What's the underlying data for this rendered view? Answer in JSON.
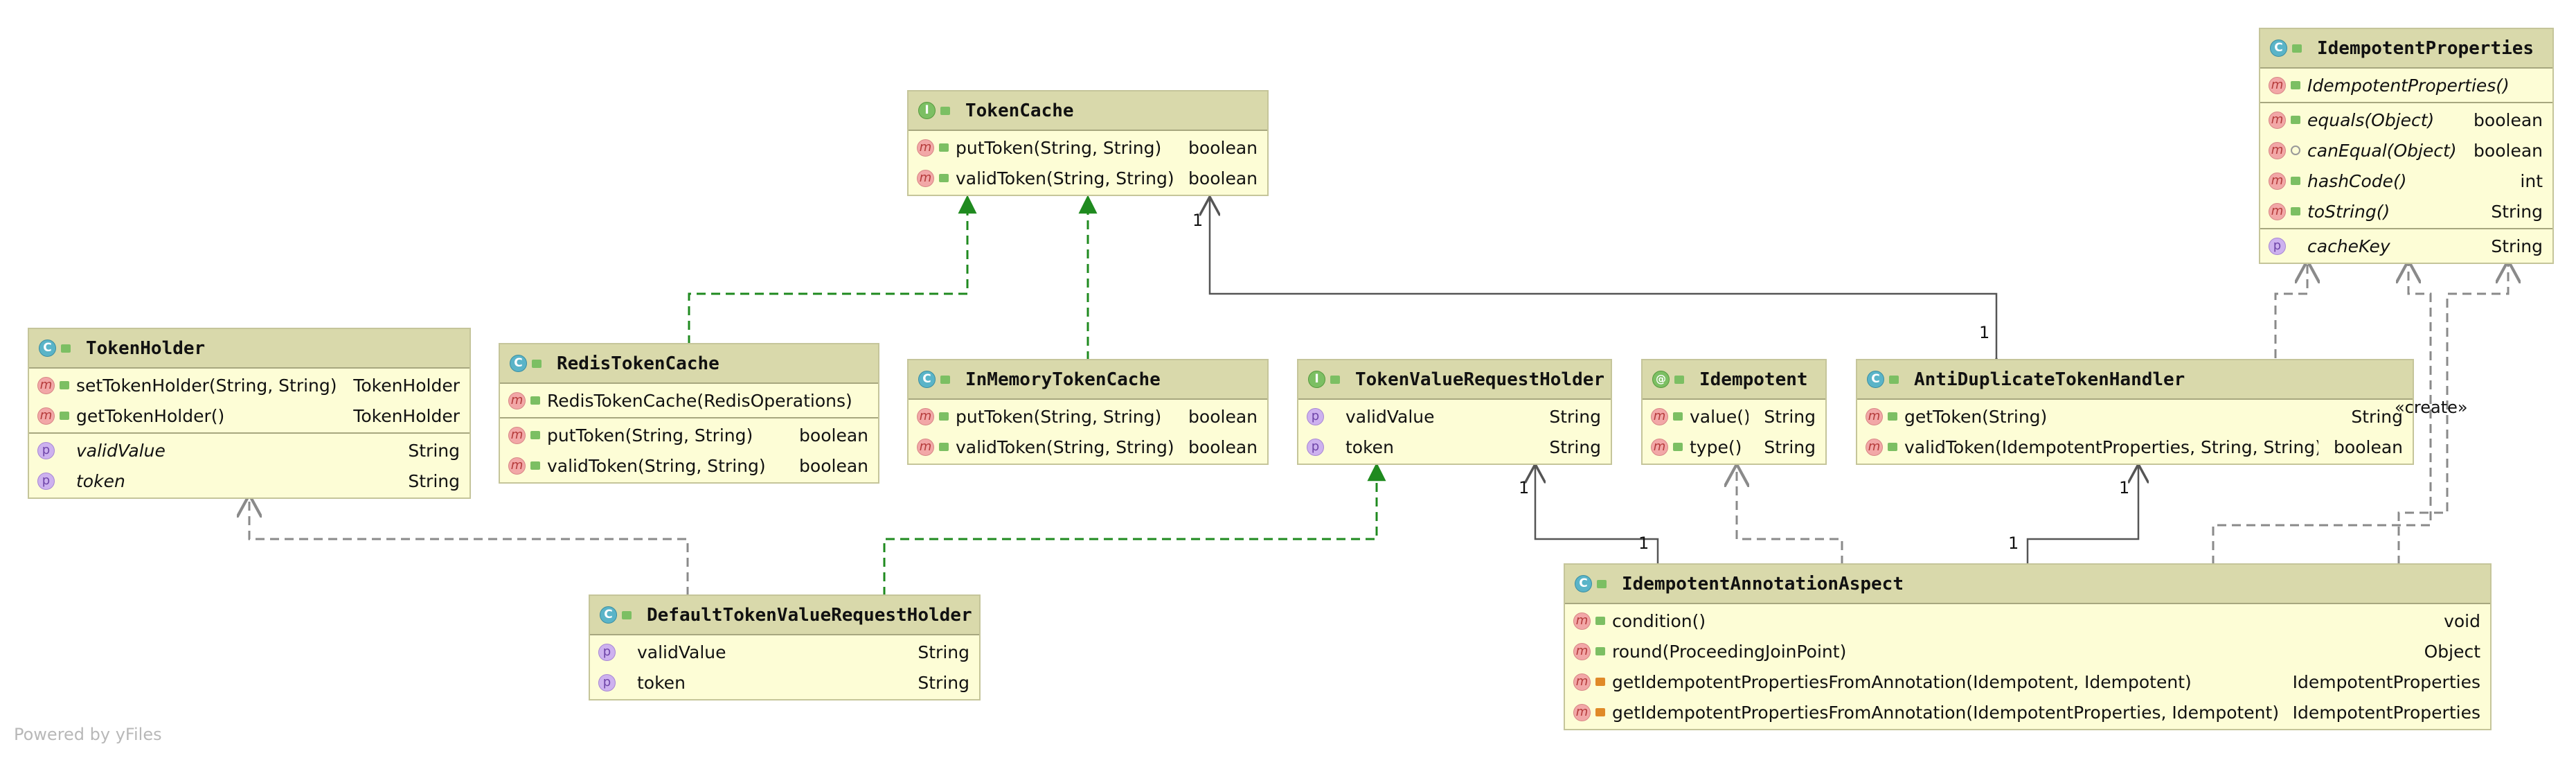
{
  "footer": "Powered by yFiles",
  "classes": {
    "token_cache": {
      "kind": "I",
      "name": "TokenCache",
      "sections": [
        [
          {
            "badge": "m",
            "vis": "pub",
            "name": "putToken(String, String)",
            "type": "boolean"
          },
          {
            "badge": "m",
            "vis": "pub",
            "name": "validToken(String, String)",
            "type": "boolean"
          }
        ]
      ]
    },
    "token_holder": {
      "kind": "C",
      "name": "TokenHolder",
      "sections": [
        [
          {
            "badge": "m",
            "vis": "pub",
            "name": "setTokenHolder(String, String)",
            "type": "TokenHolder"
          },
          {
            "badge": "m",
            "vis": "pub",
            "name": "getTokenHolder()",
            "type": "TokenHolder"
          }
        ],
        [
          {
            "badge": "p",
            "vis": "none",
            "name": "validValue",
            "type": "String",
            "italic": true
          },
          {
            "badge": "p",
            "vis": "none",
            "name": "token",
            "type": "String",
            "italic": true
          }
        ]
      ]
    },
    "redis_token_cache": {
      "kind": "C",
      "name": "RedisTokenCache",
      "sections": [
        [
          {
            "badge": "m",
            "vis": "pub",
            "name": "RedisTokenCache(RedisOperations)",
            "type": ""
          }
        ],
        [
          {
            "badge": "m",
            "vis": "pub",
            "name": "putToken(String, String)",
            "type": "boolean"
          },
          {
            "badge": "m",
            "vis": "pub",
            "name": "validToken(String, String)",
            "type": "boolean"
          }
        ]
      ]
    },
    "in_memory_token_cache": {
      "kind": "C",
      "name": "InMemoryTokenCache",
      "sections": [
        [
          {
            "badge": "m",
            "vis": "pub",
            "name": "putToken(String, String)",
            "type": "boolean"
          },
          {
            "badge": "m",
            "vis": "pub",
            "name": "validToken(String, String)",
            "type": "boolean"
          }
        ]
      ]
    },
    "token_value_request_holder": {
      "kind": "I",
      "name": "TokenValueRequestHolder",
      "sections": [
        [
          {
            "badge": "p",
            "vis": "none",
            "name": "validValue",
            "type": "String"
          },
          {
            "badge": "p",
            "vis": "none",
            "name": "token",
            "type": "String"
          }
        ]
      ]
    },
    "idempotent": {
      "kind": "@",
      "name": "Idempotent",
      "sections": [
        [
          {
            "badge": "m",
            "vis": "pub",
            "name": "value()",
            "type": "String"
          },
          {
            "badge": "m",
            "vis": "pub",
            "name": "type()",
            "type": "String"
          }
        ]
      ]
    },
    "anti_duplicate_token_handler": {
      "kind": "C",
      "name": "AntiDuplicateTokenHandler",
      "sections": [
        [
          {
            "badge": "m",
            "vis": "pub",
            "name": "getToken(String)",
            "type": "String"
          },
          {
            "badge": "m",
            "vis": "pub",
            "name": "validToken(IdempotentProperties, String, String)",
            "type": "boolean"
          }
        ]
      ]
    },
    "idempotent_properties": {
      "kind": "C",
      "name": "IdempotentProperties",
      "sections": [
        [
          {
            "badge": "m",
            "vis": "pub",
            "name": "IdempotentProperties()",
            "type": "",
            "italic": true
          }
        ],
        [
          {
            "badge": "m",
            "vis": "pub",
            "name": "equals(Object)",
            "type": "boolean",
            "italic": true
          },
          {
            "badge": "m",
            "vis": "pkg",
            "name": "canEqual(Object)",
            "type": "boolean",
            "italic": true
          },
          {
            "badge": "m",
            "vis": "pub",
            "name": "hashCode()",
            "type": "int",
            "italic": true
          },
          {
            "badge": "m",
            "vis": "pub",
            "name": "toString()",
            "type": "String",
            "italic": true
          }
        ],
        [
          {
            "badge": "p",
            "vis": "none",
            "name": "cacheKey",
            "type": "String",
            "italic": true
          }
        ]
      ]
    },
    "default_token_value_request_holder": {
      "kind": "C",
      "name": "DefaultTokenValueRequestHolder",
      "sections": [
        [
          {
            "badge": "p",
            "vis": "none",
            "name": "validValue",
            "type": "String"
          },
          {
            "badge": "p",
            "vis": "none",
            "name": "token",
            "type": "String"
          }
        ]
      ]
    },
    "idempotent_annotation_aspect": {
      "kind": "C",
      "name": "IdempotentAnnotationAspect",
      "sections": [
        [
          {
            "badge": "m",
            "vis": "pub",
            "name": "condition()",
            "type": "void"
          },
          {
            "badge": "m",
            "vis": "pub",
            "name": "round(ProceedingJoinPoint)",
            "type": "Object"
          },
          {
            "badge": "m",
            "vis": "priv",
            "name": "getIdempotentPropertiesFromAnnotation(Idempotent, Idempotent)",
            "type": "IdempotentProperties"
          },
          {
            "badge": "m",
            "vis": "priv",
            "name": "getIdempotentPropertiesFromAnnotation(IdempotentProperties, Idempotent)",
            "type": "IdempotentProperties"
          }
        ]
      ]
    }
  },
  "labels": {
    "one_cache_top": "1",
    "one_cache_bottom": "1",
    "one_tvrh_top": "1",
    "one_tvrh_bottom": "1",
    "one_adth_top": "1",
    "one_adth_bottom": "1",
    "create": "«create»"
  },
  "colors": {
    "realization": "#1f8a1f",
    "dependency": "#8a8a8a",
    "association": "#555555",
    "header": "#d9d9ab",
    "body": "#fdfdd6"
  }
}
